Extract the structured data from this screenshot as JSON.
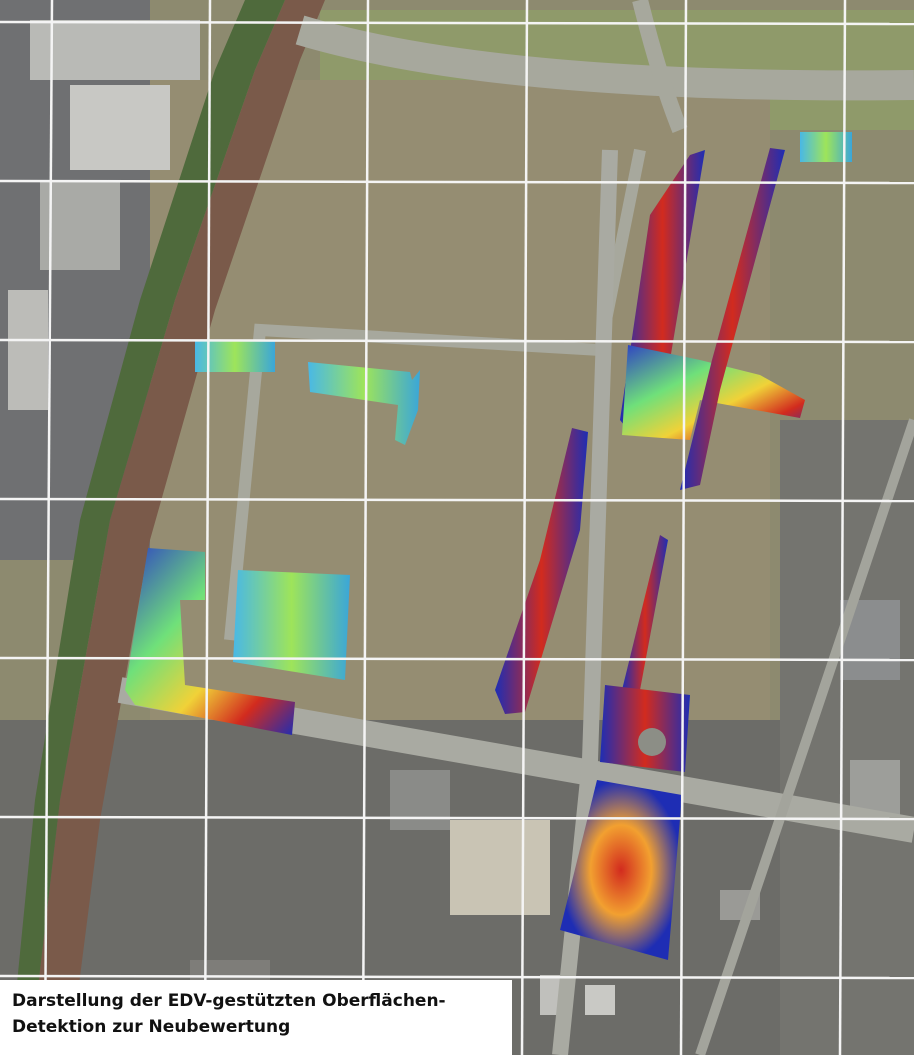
{
  "caption": {
    "line1": "Darstellung der EDV-gestützten Oberflächen-",
    "line2": "Detektion zur Neubewertung"
  },
  "colors": {
    "field": "#8d8a6f",
    "road": "#a7a89d",
    "grid": "#f4f4f4",
    "railway": "#7a5a4a",
    "scan_low": "#1e2db4",
    "scan_mid": "#6fe07a",
    "scan_high": "#d22b1e"
  },
  "icons": {
    "grid": "grid-lines",
    "survey": "survey-heatmap"
  }
}
